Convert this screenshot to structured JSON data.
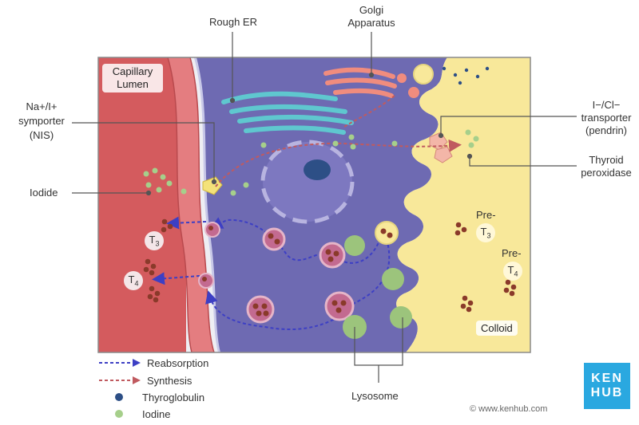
{
  "labels": {
    "rough_er": "Rough ER",
    "golgi_line1": "Golgi",
    "golgi_line2": "Apparatus",
    "nis_line1": "Na+/I+",
    "nis_line2": "symporter",
    "nis_line3": "(NIS)",
    "iodide": "Iodide",
    "pendrin_line1": "I−/Cl−",
    "pendrin_line2": "transporter",
    "pendrin_line3": "(pendrin)",
    "tpo_line1": "Thyroid",
    "tpo_line2": "peroxidase",
    "capillary_line1": "Capillary",
    "capillary_line2": "Lumen",
    "colloid": "Colloid",
    "lysosome": "Lysosome",
    "pre_t3_prefix": "Pre-",
    "pre_t4_prefix": "Pre-"
  },
  "hormones": {
    "t3": "T",
    "t3_sub": "3",
    "t4": "T",
    "t4_sub": "4"
  },
  "legend": {
    "reabsorption": "Reabsorption",
    "synthesis": "Synthesis",
    "thyroglobulin": "Thyroglobulin",
    "iodine": "Iodine"
  },
  "colors": {
    "reabsorption": "#3d3fc4",
    "synthesis": "#c05a5f",
    "thyroglobulin": "#2d4f86",
    "iodine": "#a6cf8b"
  },
  "brand": {
    "logo_line1": "KEN",
    "logo_line2": "HUB",
    "credit": "© www.kenhub.com"
  }
}
